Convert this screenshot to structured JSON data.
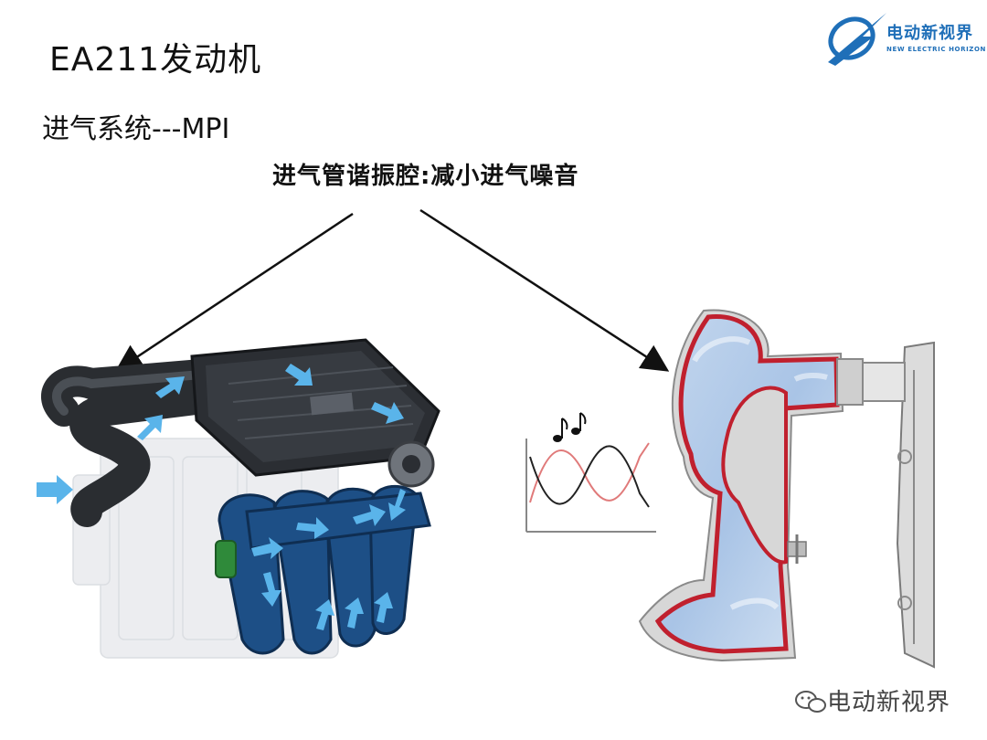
{
  "slide": {
    "title": "EA211发动机",
    "subtitle": "进气系统---MPI",
    "caption": "进气管谐振腔:减小进气噪音"
  },
  "logo": {
    "name_cn": "电动新视界",
    "name_en": "NEW ELECTRIC HORIZON"
  },
  "watermark": {
    "text": "电动新视界",
    "icon": "wechat-icon"
  },
  "colors": {
    "manifold_blue": "#1d4f86",
    "flow_arrow": "#5ab4ea",
    "wave_red": "#e07a7a",
    "section_red": "#c0202e",
    "logo_blue": "#1f6fb8"
  }
}
